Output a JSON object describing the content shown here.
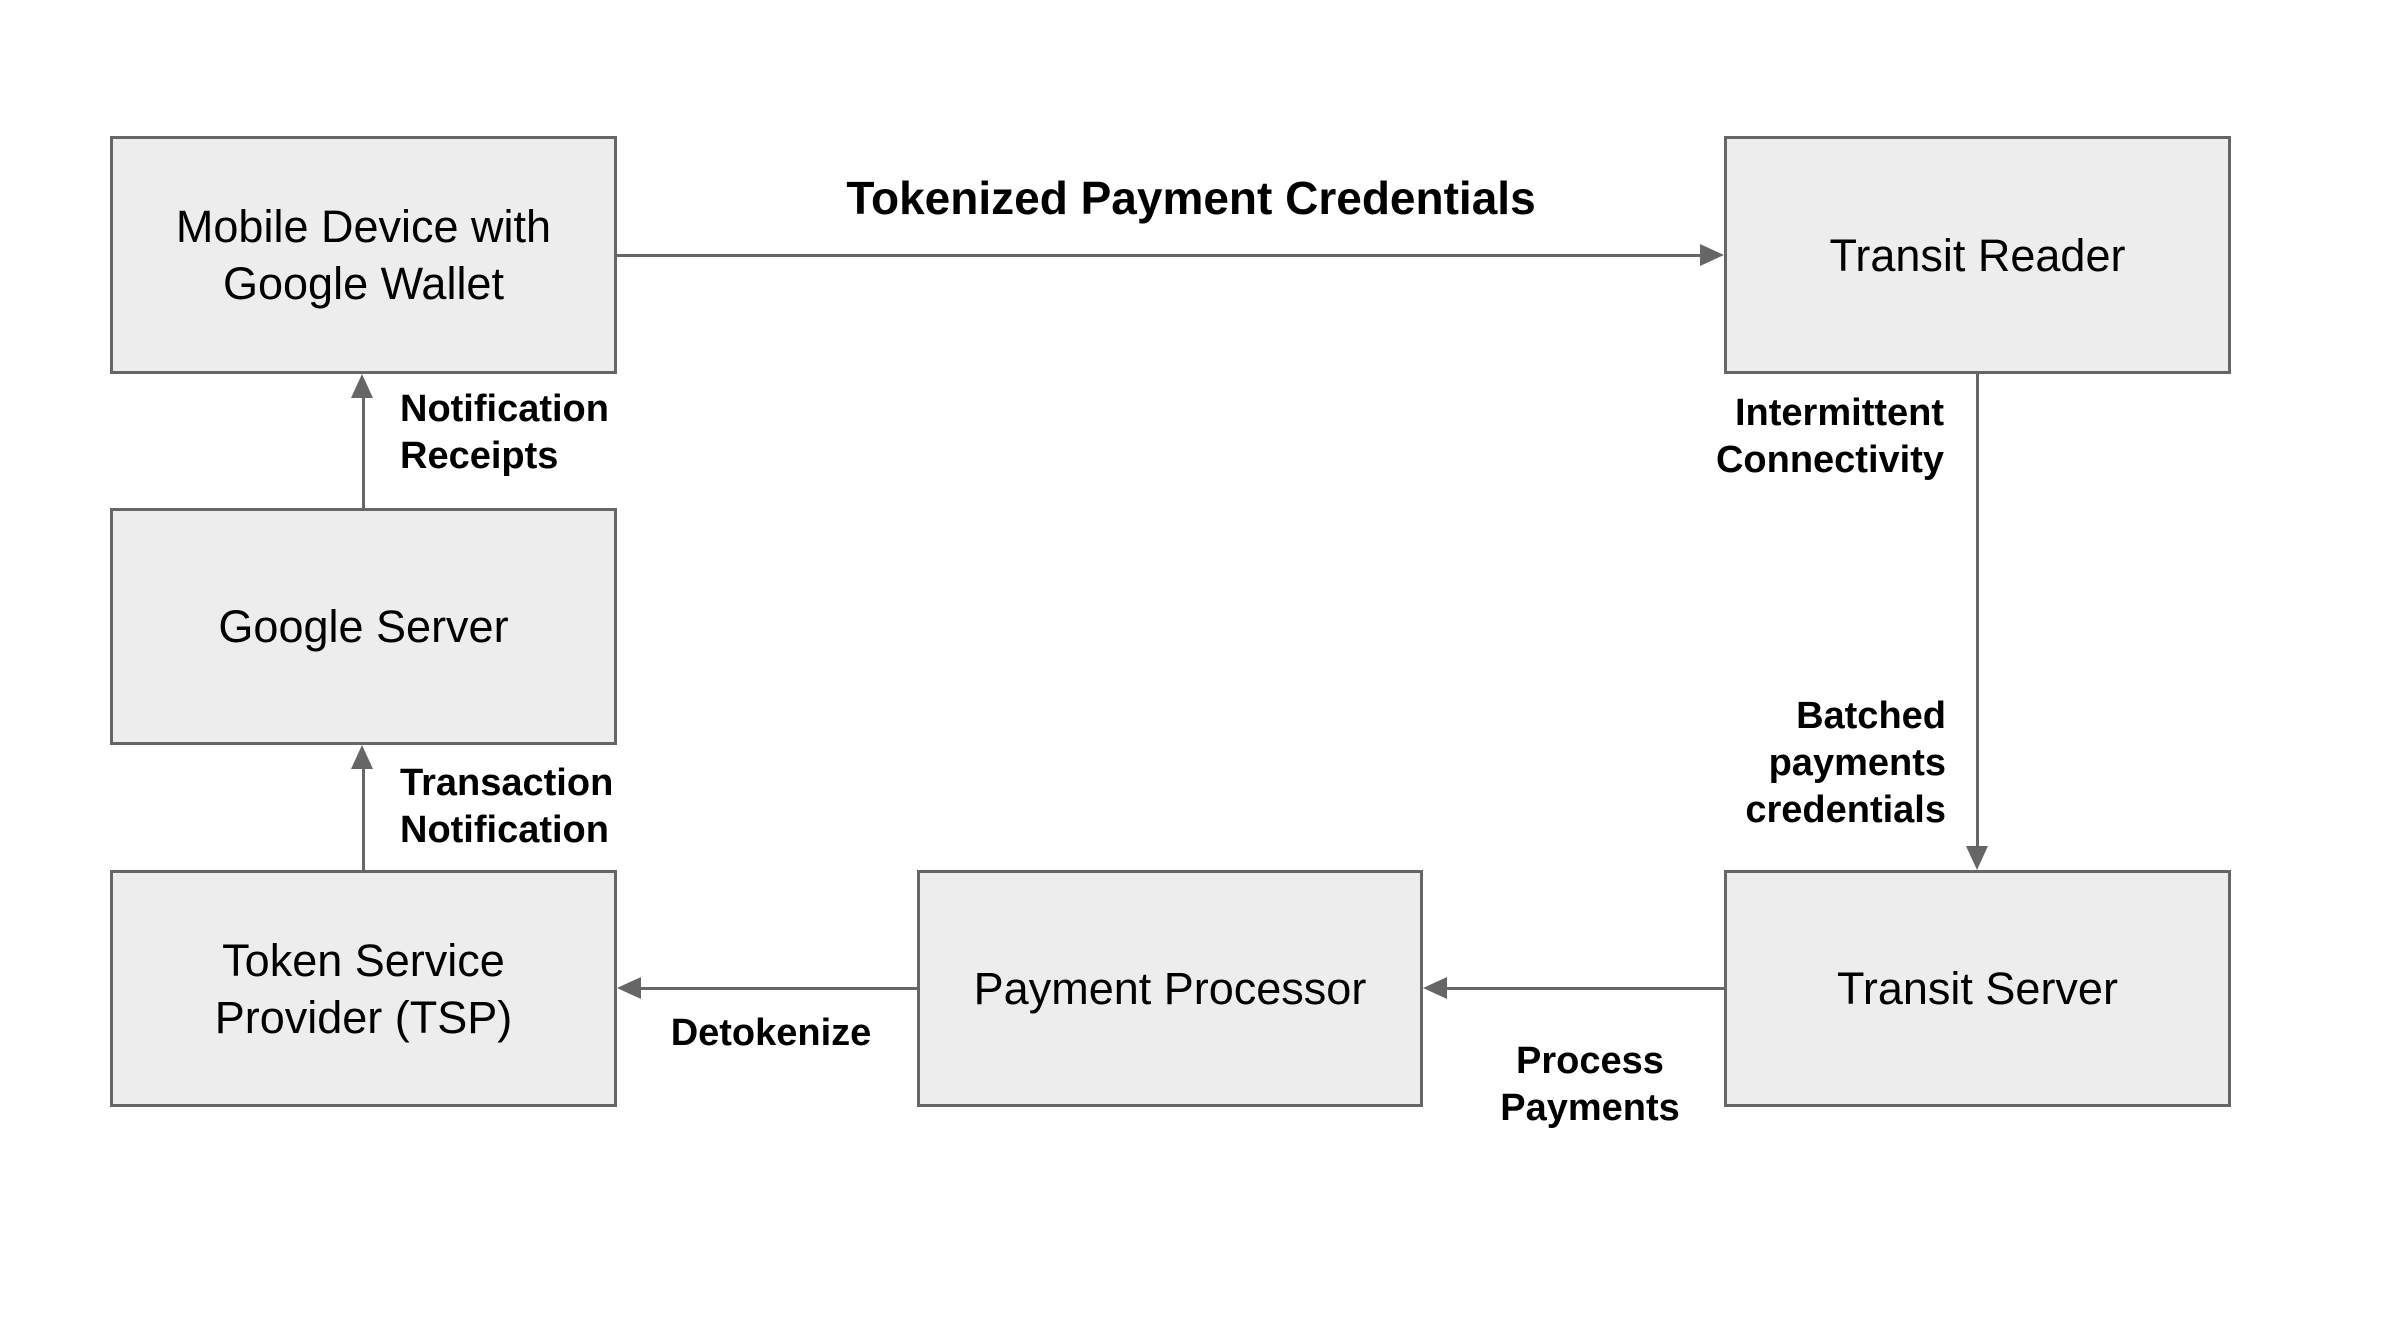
{
  "colors": {
    "background": "#ffffff",
    "node_fill": "#ededed",
    "node_border": "#666666",
    "arrow": "#666666",
    "text": "#000000"
  },
  "nodes": {
    "mobile_device": {
      "lines": [
        "Mobile Device with",
        "Google Wallet"
      ]
    },
    "transit_reader": {
      "lines": [
        "Transit Reader"
      ]
    },
    "google_server": {
      "lines": [
        "Google Server"
      ]
    },
    "tsp": {
      "lines": [
        "Token Service",
        "Provider (TSP)"
      ]
    },
    "payment_processor": {
      "lines": [
        "Payment Processor"
      ]
    },
    "transit_server": {
      "lines": [
        "Transit Server"
      ]
    }
  },
  "edges": {
    "mobile_to_reader": {
      "from": "Mobile Device with Google Wallet",
      "to": "Transit Reader",
      "direction": "right",
      "label_lines": [
        "Tokenized Payment Credentials"
      ]
    },
    "reader_to_transit_server": {
      "from": "Transit Reader",
      "to": "Transit Server",
      "direction": "down",
      "label_lines": [
        "Intermittent",
        "Connectivity"
      ],
      "label2_lines": [
        "Batched",
        "payments",
        "credentials"
      ]
    },
    "transit_server_to_processor": {
      "from": "Transit Server",
      "to": "Payment Processor",
      "direction": "left",
      "label_lines": [
        "Process",
        "Payments"
      ]
    },
    "processor_to_tsp": {
      "from": "Payment Processor",
      "to": "Token Service Provider (TSP)",
      "direction": "left",
      "label_lines": [
        "Detokenize"
      ]
    },
    "tsp_to_google": {
      "from": "Token Service Provider (TSP)",
      "to": "Google Server",
      "direction": "up",
      "label_lines": [
        "Transaction",
        "Notification"
      ]
    },
    "google_to_mobile": {
      "from": "Google Server",
      "to": "Mobile Device with Google Wallet",
      "direction": "up",
      "label_lines": [
        "Notification",
        "Receipts"
      ]
    }
  }
}
